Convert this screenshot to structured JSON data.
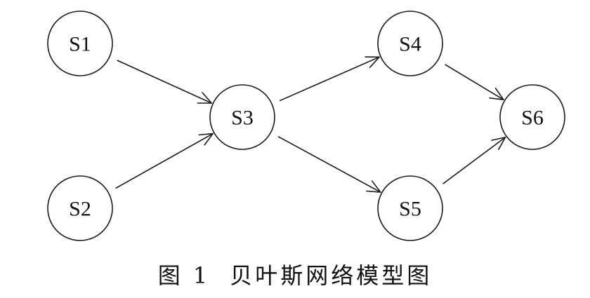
{
  "nodes": [
    {
      "id": "S1",
      "label": "S1"
    },
    {
      "id": "S2",
      "label": "S2"
    },
    {
      "id": "S3",
      "label": "S3"
    },
    {
      "id": "S4",
      "label": "S4"
    },
    {
      "id": "S5",
      "label": "S5"
    },
    {
      "id": "S6",
      "label": "S6"
    }
  ],
  "edges": [
    {
      "from": "S1",
      "to": "S3"
    },
    {
      "from": "S2",
      "to": "S3"
    },
    {
      "from": "S3",
      "to": "S4"
    },
    {
      "from": "S3",
      "to": "S5"
    },
    {
      "from": "S4",
      "to": "S6"
    },
    {
      "from": "S5",
      "to": "S6"
    }
  ],
  "caption": {
    "number": "图 1",
    "title": "贝叶斯网络模型图"
  }
}
